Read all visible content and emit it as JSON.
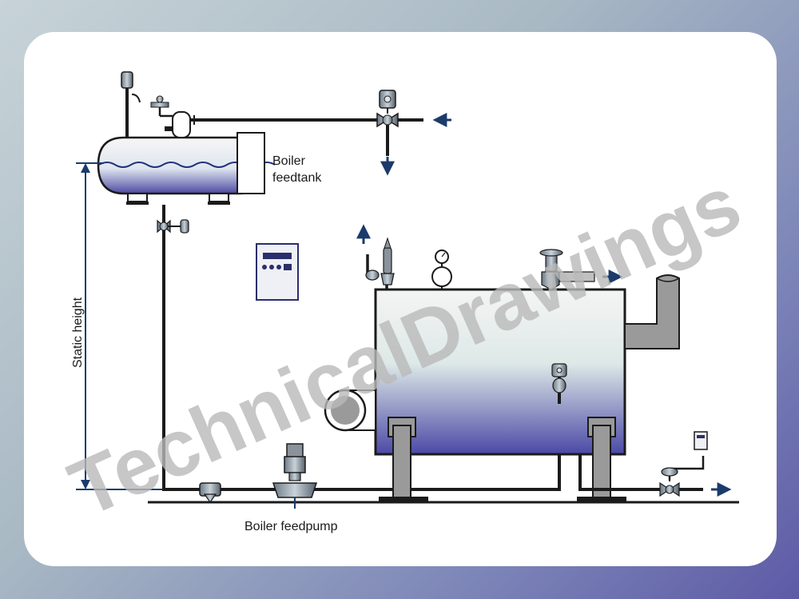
{
  "labels": {
    "feedtank_line1": "Boiler",
    "feedtank_line2": "feedtank",
    "static_height": "Static height",
    "feedpump": "Boiler feedpump"
  },
  "watermark": "TechnicalDrawings",
  "colors": {
    "pipe": "#1b1b1b",
    "arrow": "#1b3b6b",
    "vessel_top": "#f4f4f4",
    "vessel_bottom": "#4b49a6",
    "steel": "#9a9a9a"
  },
  "icons": {
    "control_panel": "control-panel-icon",
    "pressure_gauge": "pressure-gauge-icon",
    "safety_valve": "safety-valve-icon",
    "control_valve": "control-valve-icon",
    "strainer": "strainer-icon",
    "pump": "pump-icon",
    "burner": "burner-icon",
    "chimney": "chimney-icon"
  }
}
